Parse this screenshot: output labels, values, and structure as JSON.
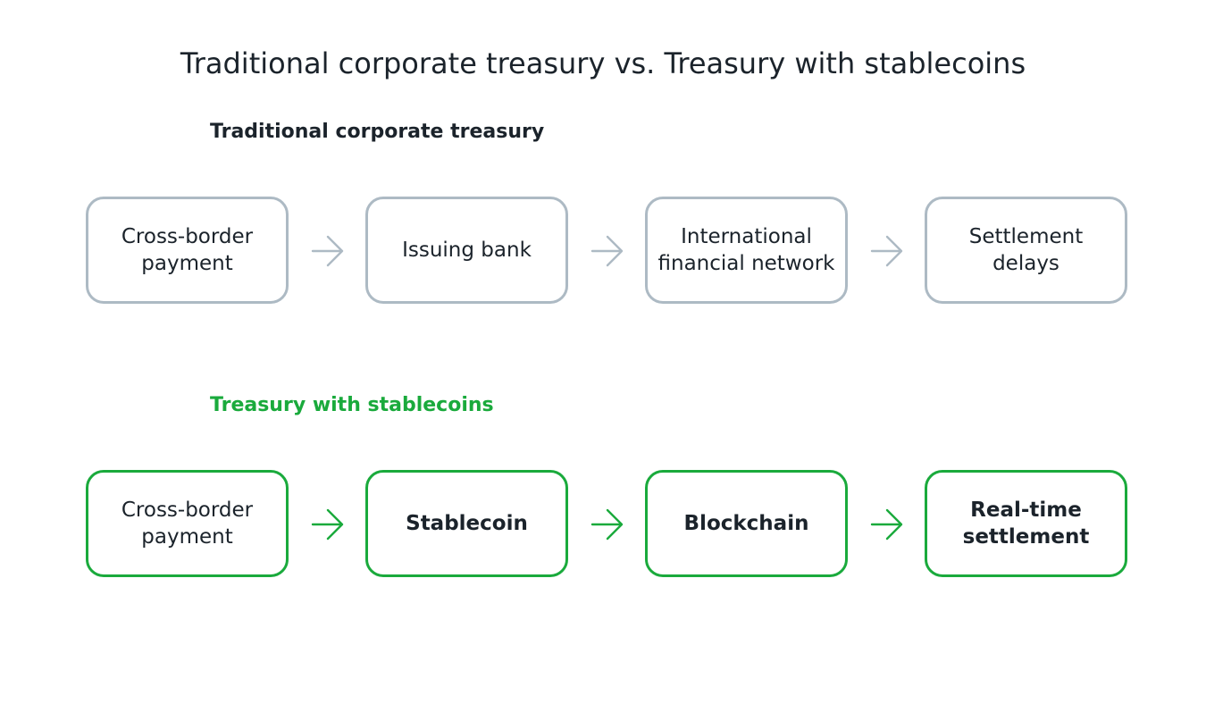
{
  "title": "Traditional corporate treasury vs. Treasury with stablecoins",
  "colors": {
    "traditional_border": "#adbac4",
    "stablecoin_accent": "#1aaa3c",
    "text": "#1b232b"
  },
  "traditional": {
    "heading": "Traditional corporate treasury",
    "steps": [
      {
        "label": "Cross-border payment"
      },
      {
        "label": "Issuing bank"
      },
      {
        "label": "International financial network"
      },
      {
        "label": "Settlement delays"
      }
    ]
  },
  "stablecoins": {
    "heading": "Treasury with stablecoins",
    "steps": [
      {
        "label": "Cross-border payment"
      },
      {
        "label": "Stablecoin"
      },
      {
        "label": "Blockchain"
      },
      {
        "label": "Real-time settlement"
      }
    ]
  }
}
